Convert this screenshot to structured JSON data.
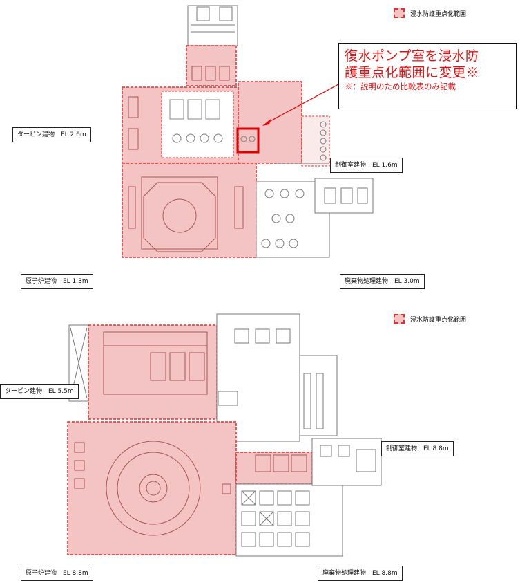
{
  "legend": {
    "top": "浸水防護重点化範囲",
    "bottom": "浸水防護重点化範囲"
  },
  "callout": {
    "main_line1": "復水ポンプ室を浸水防",
    "main_line2": "護重点化範囲に変更※",
    "note": "※：説明のため比較表のみ記載"
  },
  "labels_top": {
    "turbine": "タービン建物　EL 2.6m",
    "control": "制御室建物　EL 1.6m",
    "reactor": "原子炉建物　EL 1.3m",
    "waste": "廃棄物処理建物　EL 3.0m"
  },
  "labels_bottom": {
    "turbine": "タービン建物　EL 5.5m",
    "control": "制御室建物　EL 8.8m",
    "reactor": "原子炉建物　EL 8.8m",
    "waste": "廃棄物処理建物　EL 8.8m"
  },
  "colors": {
    "highlight_fill": "#f4c4c4",
    "highlight_border": "#e03030",
    "callout_text": "#e01010",
    "wall": "#7a7a7a"
  }
}
